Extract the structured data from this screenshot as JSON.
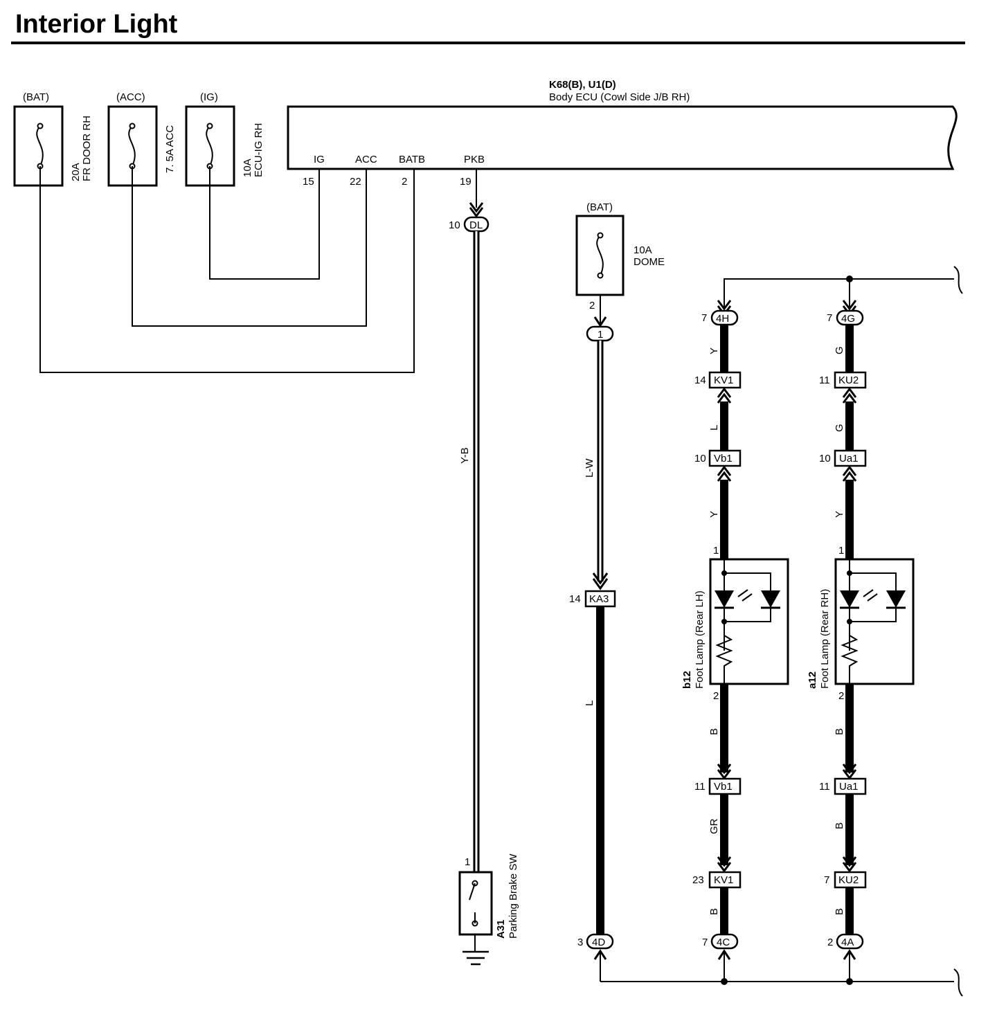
{
  "page": {
    "title": "Interior Light"
  },
  "ecu": {
    "code": "K68(B), U1(D)",
    "name": "Body ECU (Cowl Side J/B RH)",
    "terminals": [
      {
        "name": "IG",
        "pin": "15"
      },
      {
        "name": "ACC",
        "pin": "22"
      },
      {
        "name": "BATB",
        "pin": "2"
      },
      {
        "name": "PKB",
        "pin": "19"
      }
    ]
  },
  "fuses": [
    {
      "source": "(BAT)",
      "rating": "20A",
      "name": "FR DOOR RH"
    },
    {
      "source": "(ACC)",
      "rating": "7. 5A ACC",
      "name": ""
    },
    {
      "source": "(IG)",
      "rating": "10A",
      "name": "ECU-IG RH"
    },
    {
      "source": "(BAT)",
      "rating": "10A",
      "name": "DOME",
      "pin": "2"
    }
  ],
  "pkb_circuit": {
    "connector": {
      "pin": "10",
      "code": "DL"
    },
    "wire_color": "Y-B",
    "switch": {
      "pin": "1",
      "code": "A31",
      "name": "Parking Brake SW"
    }
  },
  "dome_circuit": {
    "connector_top": {
      "code": "1"
    },
    "wire_upper": "L-W",
    "connector_mid": {
      "pin": "14",
      "code": "KA3"
    },
    "wire_lower": "L",
    "connector_bottom": {
      "pin": "3",
      "code": "4D"
    }
  },
  "left_lamp_circuit": {
    "top": {
      "pin": "7",
      "code": "4H"
    },
    "wire_1": "Y",
    "conn_a": {
      "pin": "14",
      "code": "KV1"
    },
    "wire_2": "L",
    "conn_b": {
      "pin": "10",
      "code": "Vb1"
    },
    "wire_3": "Y",
    "lamp": {
      "pin_top": "1",
      "pin_bottom": "2",
      "code": "b12",
      "name": "Foot Lamp (Rear LH)"
    },
    "wire_4": "B",
    "conn_c": {
      "pin": "11",
      "code": "Vb1"
    },
    "wire_5": "GR",
    "conn_d": {
      "pin": "23",
      "code": "KV1"
    },
    "wire_6": "B",
    "bottom": {
      "pin": "7",
      "code": "4C"
    }
  },
  "right_lamp_circuit": {
    "top": {
      "pin": "7",
      "code": "4G"
    },
    "wire_1": "G",
    "conn_a": {
      "pin": "11",
      "code": "KU2"
    },
    "wire_2": "G",
    "conn_b": {
      "pin": "10",
      "code": "Ua1"
    },
    "wire_3": "Y",
    "lamp": {
      "pin_top": "1",
      "pin_bottom": "2",
      "code": "a12",
      "name": "Foot Lamp (Rear RH)"
    },
    "wire_4": "B",
    "conn_c": {
      "pin": "11",
      "code": "Ua1"
    },
    "wire_5": "B",
    "conn_d": {
      "pin": "7",
      "code": "KU2"
    },
    "wire_6": "B",
    "bottom": {
      "pin": "2",
      "code": "4A"
    }
  }
}
